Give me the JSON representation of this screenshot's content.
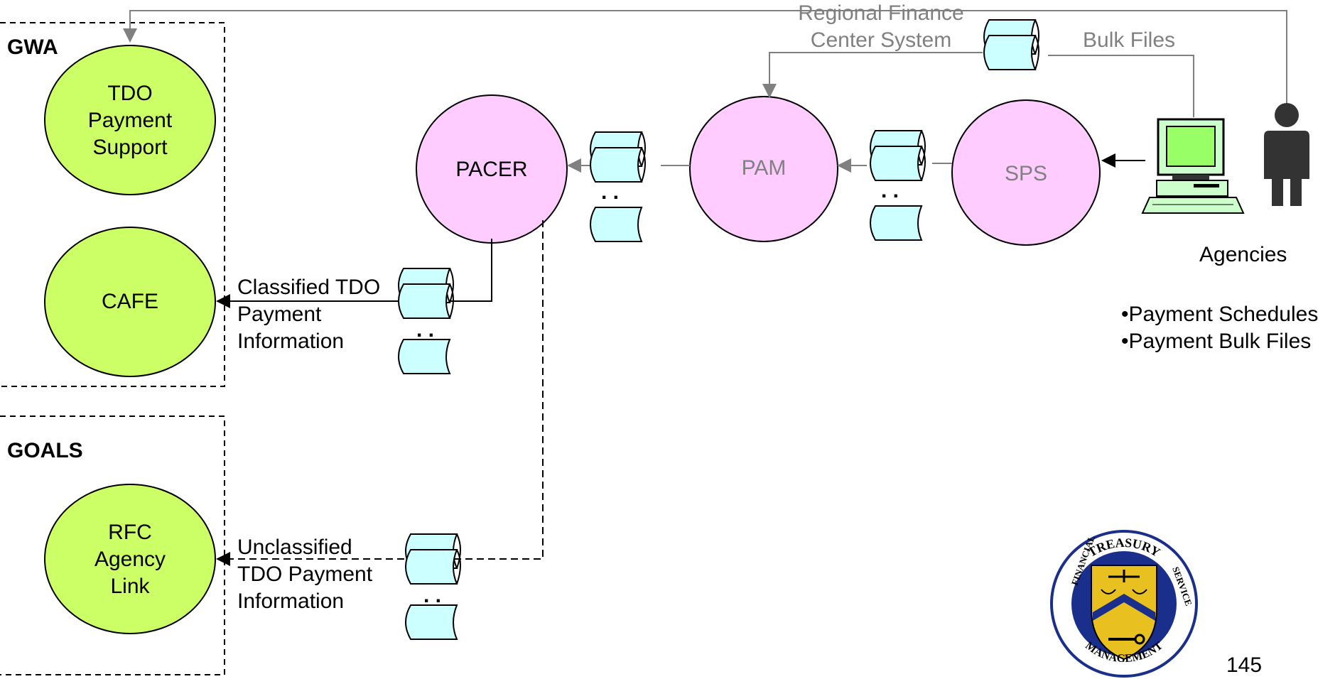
{
  "groups": {
    "gwa": "GWA",
    "goals": "GOALS"
  },
  "nodes": {
    "tdo_payment_support": [
      "TDO",
      "Payment",
      "Support"
    ],
    "cafe": "CAFE",
    "rfc_agency_link": [
      "RFC",
      "Agency",
      "Link"
    ],
    "pacer": "PACER",
    "pam": "PAM",
    "sps": "SPS"
  },
  "labels": {
    "regional_finance_center_system": [
      "Regional Finance",
      "Center System"
    ],
    "bulk_files": "Bulk Files",
    "agencies": "Agencies",
    "agency_bullets": [
      "•Payment  Schedules",
      "•Payment Bulk Files"
    ],
    "classified": [
      "Classified TDO",
      "Payment",
      "Information"
    ],
    "unclassified": [
      "Unclassified",
      "TDO Payment",
      "Information"
    ],
    "ellipsis": ". ."
  },
  "page_number": "145",
  "logo_text": {
    "top": "TREASURY",
    "left": "FINANCIAL",
    "bottom": "MANAGEMENT",
    "right": "SERVICE"
  },
  "colors": {
    "green_node": "#ccff66",
    "pink_node": "#ffccff",
    "file_fill": "#ccffff",
    "grey_line": "#808080",
    "logo_blue": "#1a2f8c",
    "logo_gold": "#e8c020"
  }
}
